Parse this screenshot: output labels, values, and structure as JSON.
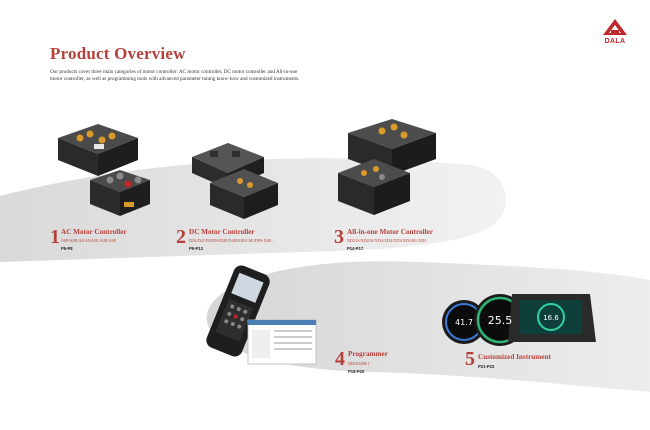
{
  "brand": {
    "name": "DALA",
    "color": "#c0272d"
  },
  "header": {
    "title": "Product Overview",
    "intro": "Our products cover three main categories of motor controller: AC motor controller, DC motor controller and All-in-one motor controller, as well as programming tools with advanced parameter tuning know-how and customized instruments."
  },
  "accent_color": "#b5403a",
  "categories": [
    {
      "number": "1",
      "title": "AC Motor Controller",
      "models": "A0P/A0E/A2/A5/A5E/A2P/A4P",
      "pages": "P5-P8",
      "icon": "ac-controller-image"
    },
    {
      "number": "2",
      "title": "DC Motor Controller",
      "models": "D2S/D2CP/D2PS/D2P/D4P/D2E/C6E/DPS-D4E...",
      "pages": "P9-P13",
      "icon": "dc-controller-image"
    },
    {
      "number": "3",
      "title": "All-in-one Motor Controller",
      "models": "XD21S/XD21E/XD4/XD4/XD3/XD2401/XD3",
      "pages": "P14-P17",
      "icon": "all-in-one-controller-image"
    },
    {
      "number": "4",
      "title": "Programmer",
      "models": "DH/D3DH-1",
      "pages": "P18-P20",
      "icon": "programmer-image"
    },
    {
      "number": "5",
      "title": "Customized Instrument",
      "models": "",
      "pages": "P21-P23",
      "icon": "instrument-image"
    }
  ],
  "instrument_display": {
    "gauge_left": "41.7",
    "gauge_center": "25.5",
    "screen_value": "16.6"
  }
}
